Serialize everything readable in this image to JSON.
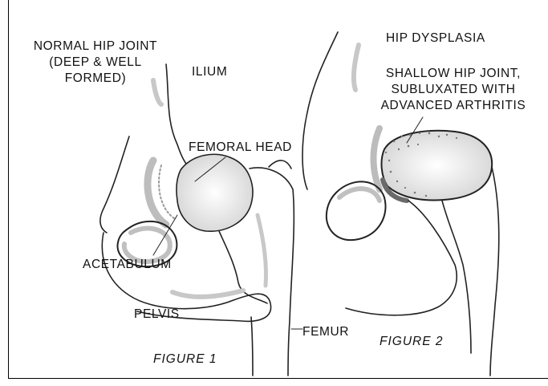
{
  "figure1": {
    "title_line1": "NORMAL HIP JOINT",
    "title_line2": "(DEEP & WELL",
    "title_line3": "FORMED)",
    "labels": {
      "ilium": "ILIUM",
      "femoral_head": "FEMORAL HEAD",
      "acetabulum": "ACETABULUM",
      "pelvis": "PELVIS",
      "femur": "FEMUR"
    },
    "caption": "FIGURE 1"
  },
  "figure2": {
    "title": "HIP DYSPLASIA",
    "desc_line1": "SHALLOW HIP JOINT,",
    "desc_line2": "SUBLUXATED WITH",
    "desc_line3": "ADVANCED ARTHRITIS",
    "caption": "FIGURE 2"
  },
  "colors": {
    "ink": "#111111",
    "shade": "#b8b8b8",
    "dark_shade": "#6a6a6a",
    "border": "#000000"
  }
}
